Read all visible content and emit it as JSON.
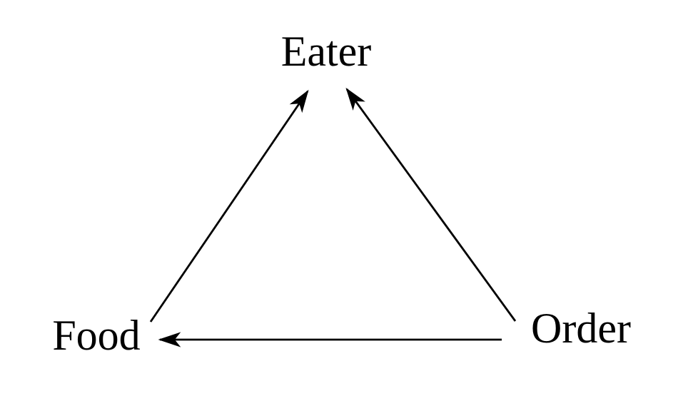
{
  "diagram": {
    "type": "directed-graph",
    "background_color": "#ffffff",
    "line_color": "#000000",
    "text_color": "#000000",
    "nodes": {
      "eater": {
        "label": "Eater",
        "position": "top-center"
      },
      "food": {
        "label": "Food",
        "position": "bottom-left"
      },
      "order": {
        "label": "Order",
        "position": "bottom-right"
      }
    },
    "edges": [
      {
        "from": "Food",
        "to": "Eater",
        "direction": "up-right",
        "arrowhead": "at Eater"
      },
      {
        "from": "Order",
        "to": "Eater",
        "direction": "up-left",
        "arrowhead": "at Eater"
      },
      {
        "from": "Order",
        "to": "Food",
        "direction": "left",
        "arrowhead": "at Food"
      }
    ]
  }
}
